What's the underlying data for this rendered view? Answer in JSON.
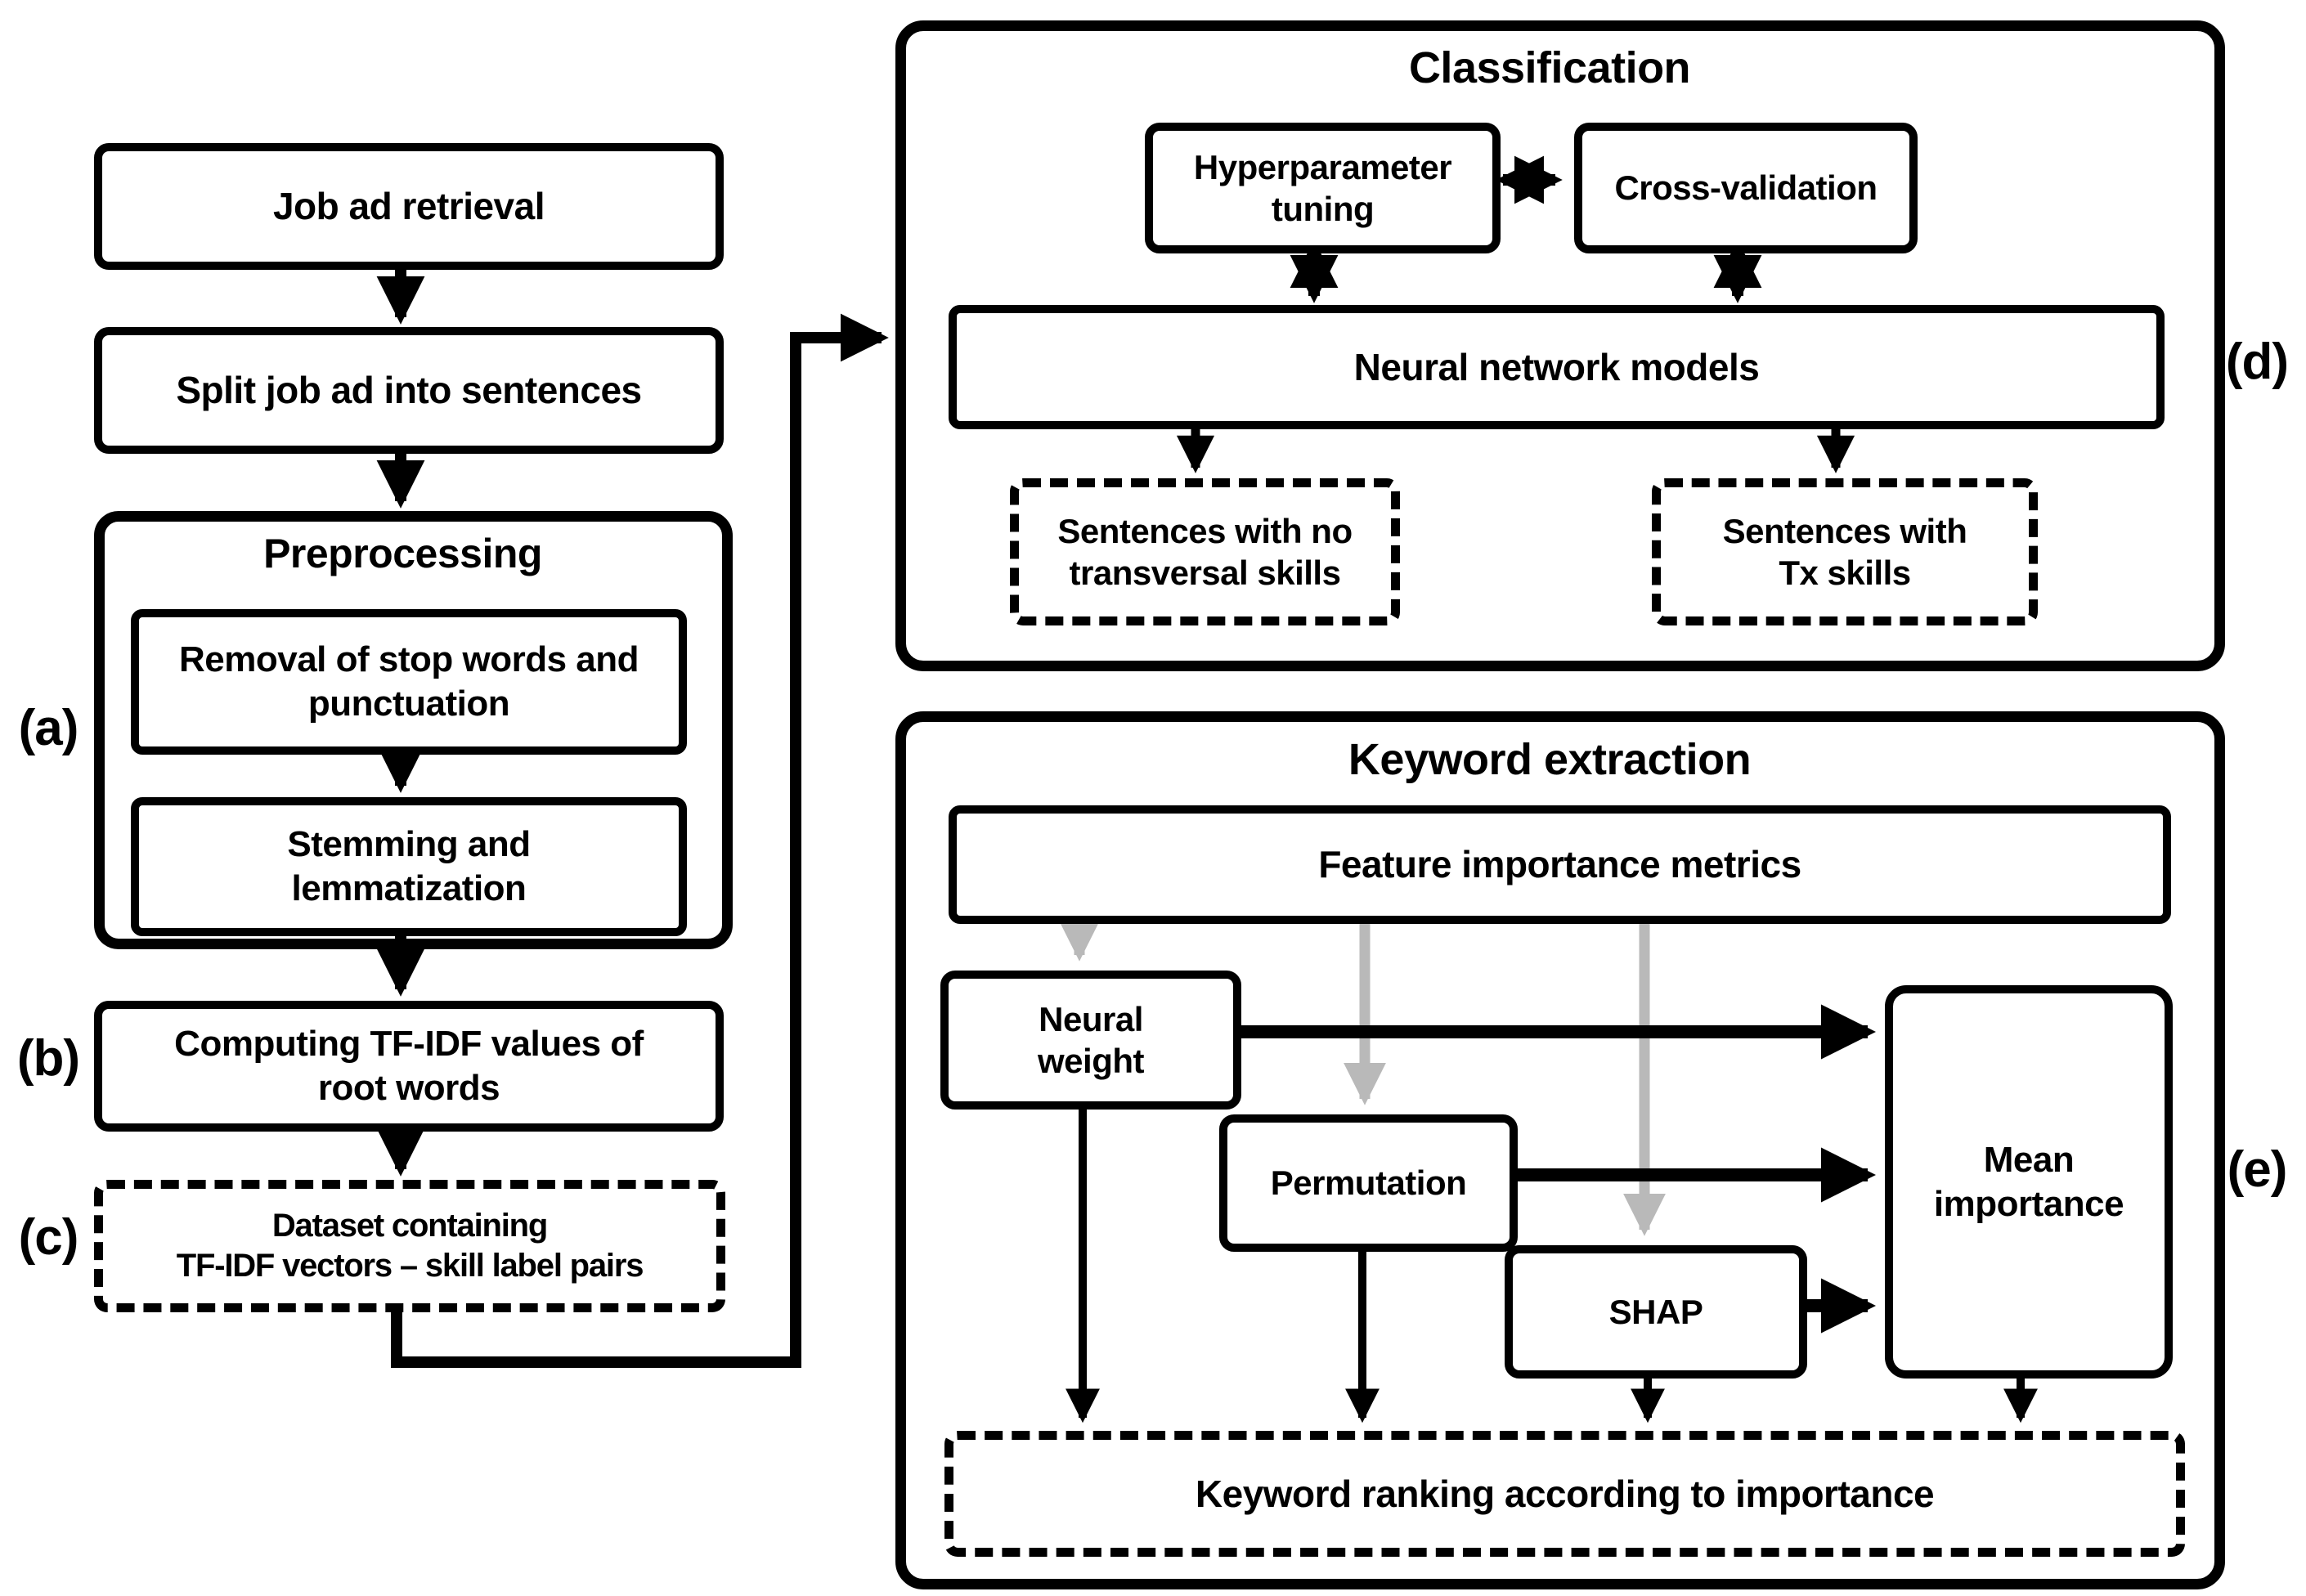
{
  "figure": {
    "panel_labels": {
      "a": "(a)",
      "b": "(b)",
      "c": "(c)",
      "d": "(d)",
      "e": "(e)"
    },
    "pipeline": {
      "job_ad": "Job ad retrieval",
      "split": "Split job ad into sentences",
      "preprocessing": {
        "title": "Preprocessing",
        "stop_words": {
          "line1": "Removal of stop words and",
          "line2": "punctuation"
        },
        "stemming": {
          "line1": "Stemming and",
          "line2": "lemmatization"
        }
      },
      "tfidf": {
        "line1": "Computing TF-IDF values of",
        "line2": "root words"
      },
      "dataset": {
        "line1": "Dataset containing",
        "line2": "TF-IDF vectors – skill label pairs"
      }
    },
    "classification": {
      "title": "Classification",
      "hyperparameter": {
        "line1": "Hyperparameter",
        "line2": "tuning"
      },
      "cross_validation": "Cross-validation",
      "neural_network_models": "Neural network models",
      "sentences_no_skills": {
        "line1": "Sentences with no",
        "line2": "transversal skills"
      },
      "sentences_tx_skills": {
        "line1": "Sentences with",
        "line2": "Tx skills"
      }
    },
    "keyword_extraction": {
      "title": "Keyword extraction",
      "feature_importance": "Feature importance metrics",
      "neural_weight": {
        "line1": "Neural",
        "line2": "weight"
      },
      "permutation": "Permutation",
      "shap": "SHAP",
      "mean_importance": {
        "line1": "Mean",
        "line2": "importance"
      },
      "keyword_ranking": "Keyword ranking according to importance"
    },
    "colors": {
      "ink": "#000000",
      "background": "#ffffff",
      "gray_arrow": "#b9b9b9"
    }
  }
}
